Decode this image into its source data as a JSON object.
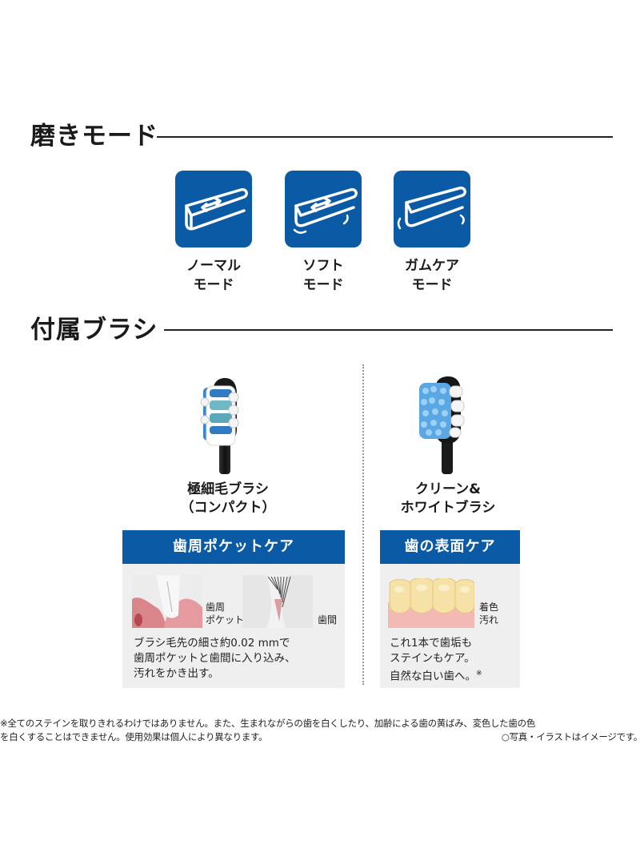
{
  "modes_section": {
    "title": "磨きモード",
    "modes": [
      {
        "label_line1": "ノーマル",
        "label_line2": "モード",
        "icon": "normal-mode-brush-icon"
      },
      {
        "label_line1": "ソフト",
        "label_line2": "モード",
        "icon": "soft-mode-brush-icon"
      },
      {
        "label_line1": "ガムケア",
        "label_line2": "モード",
        "icon": "gum-care-mode-brush-icon"
      }
    ],
    "icon_color": "#0b5aa6"
  },
  "brushes_section": {
    "title": "付属ブラシ",
    "brushes": [
      {
        "name_line1": "極細毛ブラシ",
        "name_line2": "（コンパクト）",
        "care_title": "歯周ポケットケア",
        "image_label_1_line1": "歯周",
        "image_label_1_line2": "ポケット",
        "image_label_2": "歯間",
        "desc_line1": "ブラシ毛先の細さ約0.02 mmで",
        "desc_line2": "歯周ポケットと歯間に入り込み、",
        "desc_line3": "汚れをかき出す。"
      },
      {
        "name_line1": "クリーン&",
        "name_line2": "ホワイトブラシ",
        "care_title": "歯の表面ケア",
        "image_label_line1": "着色",
        "image_label_line2": "汚れ",
        "desc_line1": "これ1本で歯垢も",
        "desc_line2": "ステインもケア。",
        "desc_line3": "自然な白い歯へ。",
        "desc_note_mark": "※"
      }
    ],
    "header_color": "#0b5aa6"
  },
  "footnote": {
    "line1": "※全てのステインを取りきれるわけではありません。また、生まれながらの歯を白くしたり、加齢による歯の黄ばみ、変色した歯の色",
    "line2": "を白くすることはできません。使用効果は個人により異なります。",
    "image_note": "○写真・イラストはイメージです。"
  }
}
